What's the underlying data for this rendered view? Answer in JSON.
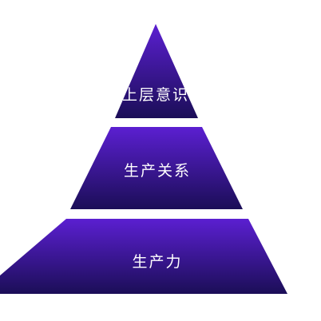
{
  "pyramid": {
    "tiers": [
      {
        "label": "上层意识"
      },
      {
        "label": "生产关系"
      },
      {
        "label": "生产力"
      }
    ]
  },
  "colors": {
    "top": "#5b1fd1",
    "bottom": "#1b0e57",
    "text": "#ffffff",
    "background": "#ffffff"
  }
}
